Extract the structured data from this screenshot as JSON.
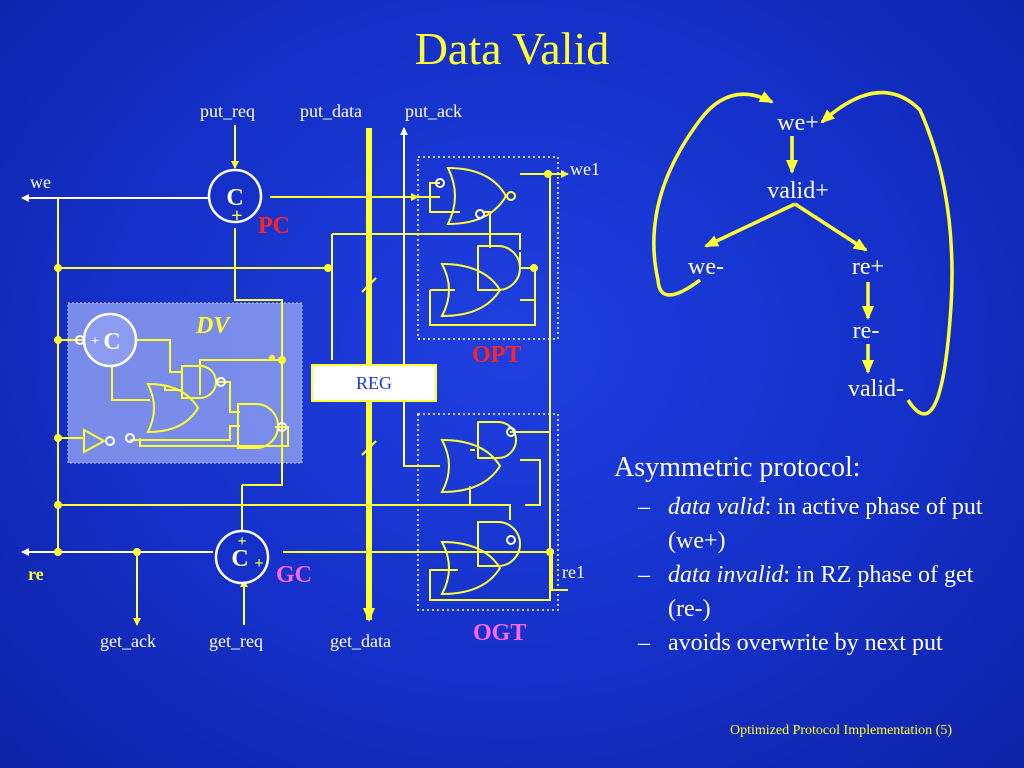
{
  "slide": {
    "title": "Data Valid",
    "footer": "Optimized Protocol Implementation (5)"
  },
  "circuit": {
    "signals": {
      "put_req": "put_req",
      "put_data": "put_data",
      "put_ack": "put_ack",
      "we": "we",
      "we1": "we1",
      "re": "re",
      "re1": "re1",
      "get_ack": "get_ack",
      "get_req": "get_req",
      "get_data": "get_data"
    },
    "blocks": {
      "pc": "PC",
      "gc": "GC",
      "dv": "DV",
      "opt": "OPT",
      "ogt": "OGT",
      "reg": "REG",
      "c_element": "C",
      "plus": "+"
    }
  },
  "state_graph": {
    "states": [
      "we+",
      "valid+",
      "we-",
      "re+",
      "re-",
      "valid-"
    ]
  },
  "protocol": {
    "heading": "Asymmetric protocol:",
    "bullets": [
      {
        "dash": "–",
        "em": "data valid",
        "text": ": in active phase of put (we+)"
      },
      {
        "dash": "–",
        "em": "data invalid",
        "text": ": in RZ phase of get (re-)"
      },
      {
        "dash": "–",
        "em": "",
        "text": "avoids overwrite by next put"
      }
    ]
  },
  "colors": {
    "background": "#1430c8",
    "title": "#ffff33",
    "wire": "#ffff33",
    "c_element": "#ffffff",
    "pc_gc_label": "#ff2222",
    "opt_ogt_label": "#ff66ff",
    "dv_box": "#8c9cf0",
    "reg_box": "#ffffff"
  }
}
